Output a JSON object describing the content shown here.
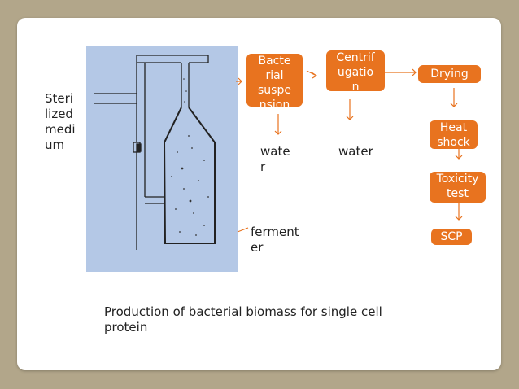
{
  "labels": {
    "sterilized_medium": "Steri\nlized\nmedi\num",
    "water_left": "wate\nr",
    "water_right": "water",
    "fermenter": "ferment\ner"
  },
  "boxes": {
    "bacterial_suspension": "Bacte\nrial\nsuspe\nnsion",
    "centrifugation": "Centrif\nugatio\nn",
    "drying": "Drying",
    "heat_shock": "Heat\nshock",
    "toxicity_test": "Toxicity\ntest",
    "scp": "SCP"
  },
  "caption": "Production of bacterial biomass for single cell\nprotein",
  "colors": {
    "background": "#b2a68a",
    "box_fill": "#e8731f",
    "arrow": "#e8731f",
    "photo_bg": "#b4c8e6"
  }
}
